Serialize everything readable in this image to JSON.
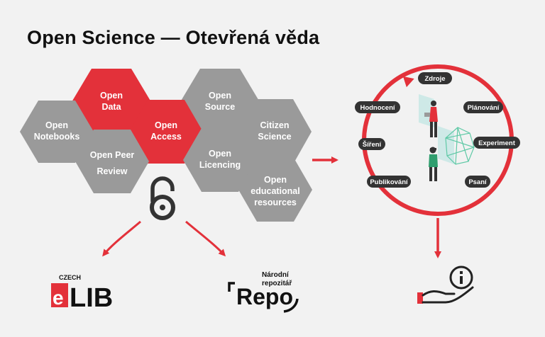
{
  "title": "Open Science — Otevřená věda",
  "hexagons": {
    "open_data": [
      "Open",
      "Data"
    ],
    "open_source": [
      "Open",
      "Source"
    ],
    "open_notebooks": [
      "Open",
      "Notebooks"
    ],
    "open_access": [
      "Open",
      "Access"
    ],
    "citizen_science": [
      "Citizen",
      "Science"
    ],
    "open_peer_review": [
      "Open Peer",
      "Review"
    ],
    "open_licencing": [
      "Open",
      "Licencing"
    ],
    "open_educational_resources": [
      "Open",
      "educational",
      "resources"
    ]
  },
  "cycle": [
    "Zdroje",
    "Plánování",
    "Experiment",
    "Psaní",
    "Publikování",
    "Šíření",
    "Hodnocení"
  ],
  "logos": {
    "czech_elib_small": "CZECH",
    "czech_elib_main": "LIB",
    "repo_line1": "Národní",
    "repo_line2": "repozitář",
    "repo_main": "Repo"
  },
  "colors": {
    "red": "#e3313a",
    "gray": "#9a9a9a",
    "dark": "#333333",
    "background": "#f2f2f2"
  },
  "icons": [
    "open-access-lock-icon",
    "info-hand-icon",
    "researcher-icon",
    "network-icon"
  ]
}
